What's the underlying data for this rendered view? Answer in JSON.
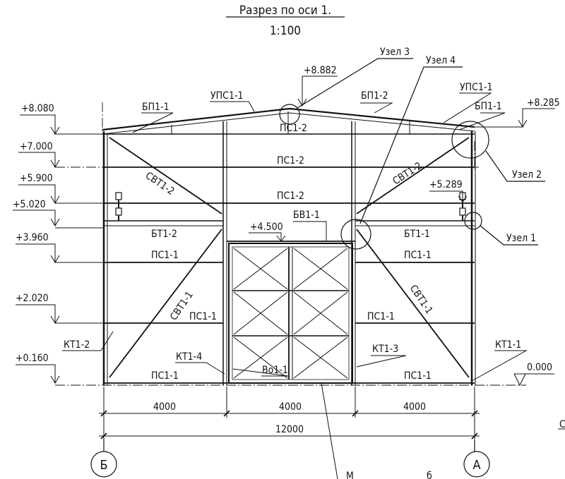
{
  "title": {
    "line1": "Разрез по оси 1.",
    "line2": "1:100"
  },
  "elevations": {
    "e8080": "+8.080",
    "e7000": "+7.000",
    "e5900": "+5.900",
    "e5020": "+5.020",
    "e3960": "+3.960",
    "e2020": "+2.020",
    "e0160": "+0.160",
    "e0000": "0.000",
    "e8882": "+8.882",
    "e8285": "+8.285",
    "e5289": "+5.289",
    "e4500": "+4.500"
  },
  "labels": {
    "uzel1": "Узел 1",
    "uzel2": "Узел 2",
    "uzel3": "Узел 3",
    "uzel4": "Узел 4",
    "ups_left": "УПС1-1",
    "ups_right": "УПС1-1",
    "bp_left": "БП1-1",
    "bp_right": "БП1-1",
    "bp2": "БП1-2",
    "ps12_ridge": "ПС1-2",
    "ps12_a": "ПС1-2",
    "ps12_b": "ПС1-2",
    "svt12_left": "СВТ1-2",
    "svt12_right": "СВТ1-2",
    "bt12": "БТ1-2",
    "bt11": "БТ1-1",
    "bv11": "БВ1-1",
    "ps11_l1": "ПС1-1",
    "ps11_r1": "ПС1-1",
    "ps11_l2": "ПС1-1",
    "ps11_r2": "ПС1-1",
    "ps11_l3": "ПС1-1",
    "ps11_r3": "ПС1-1",
    "svt11_left": "СВТ1-1",
    "svt11_right": "СВТ1-1",
    "kt12": "КТ1-2",
    "kt14": "КТ1-4",
    "kt13": "КТ1-3",
    "kt11": "КТ1-1",
    "vo11": "Во1-1",
    "bottom_note": "М",
    "bottom_note2": "б",
    "edge_note": "С"
  },
  "dimensions": {
    "span_left": "4000",
    "span_mid": "4000",
    "span_right": "4000",
    "total": "12000"
  },
  "axes": {
    "left": "Б",
    "right": "А"
  }
}
